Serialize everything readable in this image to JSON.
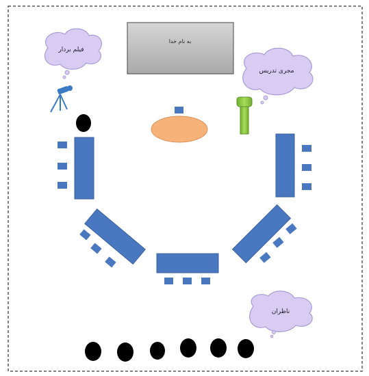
{
  "board": {
    "label": "به نام خدا"
  },
  "callouts": {
    "photographer": "فیلم بردار",
    "host": "مجری تدریس",
    "observers": "ناظران"
  },
  "colors": {
    "table": "#4a78c0",
    "table_stroke": "#3a5f9c",
    "chair": "#4a78c0",
    "cloud_fill": "#d9ccf2",
    "cloud_stroke": "#a89bd6",
    "board_fill": "#bdbdbd",
    "teacher_desk": "#f7b27a",
    "microphone": "#8dc63f",
    "person": "#000000",
    "camera": "#3b7bc6",
    "border": "#555555"
  },
  "icons": [
    "camera-tripod-icon",
    "microphone-icon",
    "person-head-icon"
  ]
}
